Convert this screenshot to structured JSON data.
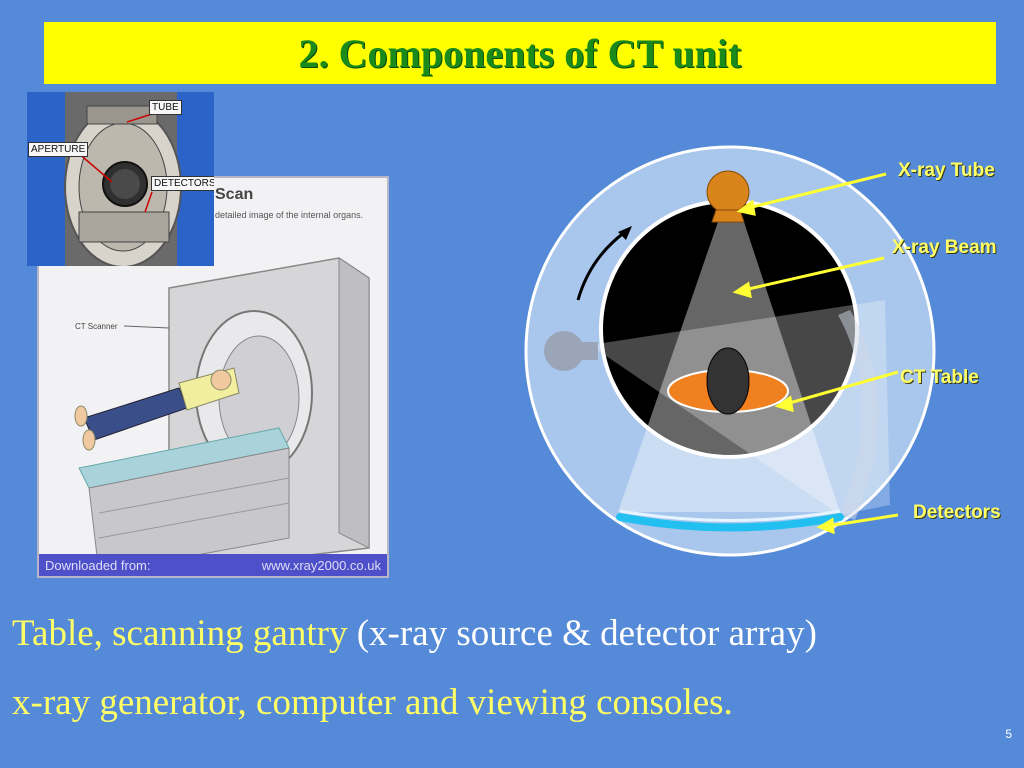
{
  "slide": {
    "title": "2. Components of CT unit",
    "page_number": "5"
  },
  "scanner_photo": {
    "heading": "Scan",
    "subheading": "detailed image of the internal organs.",
    "scanner_label": "CT Scanner",
    "credit_left": "Downloaded from:",
    "credit_right": "www.xray2000.co.uk"
  },
  "inset_photo": {
    "labels": {
      "tube": "TUBE",
      "aperture": "APERTURE",
      "detectors": "DETECTORS"
    }
  },
  "diagram": {
    "labels": {
      "xray_tube": "X-ray Tube",
      "xray_beam": "X-ray Beam",
      "ct_table": "CT Table",
      "detectors": "Detectors"
    },
    "colors": {
      "tube": "#d8841a",
      "detector_arc": "#22c0f0",
      "annotation_arrow": "#ffff33",
      "patient_table": "#f08020"
    }
  },
  "body_text": {
    "line1_yellow": "Table, scanning gantry",
    "line1_white": " (x-ray source & detector array)",
    "line2_yellow": "x-ray generator, computer and viewing consoles."
  }
}
